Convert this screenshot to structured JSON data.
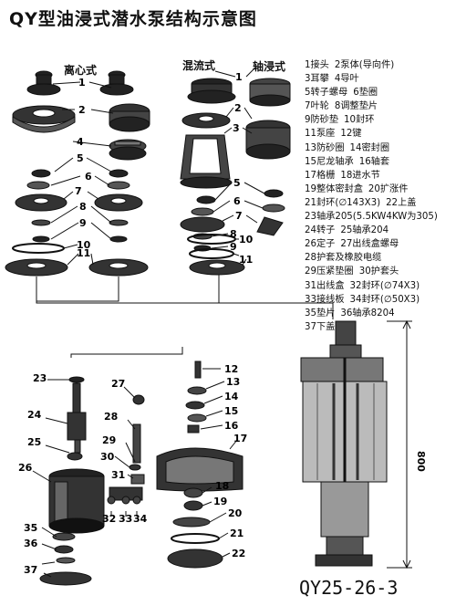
{
  "title": "QY型油浸式潜水泵结构示意图",
  "columns": {
    "centrifugal": "离心式",
    "mixed_flow": "混流式",
    "axial": "轴浸式"
  },
  "legend": [
    [
      "1接头",
      "2泵体(导向件)"
    ],
    [
      "3耳攀",
      "4导叶"
    ],
    [
      "5转子螺母",
      "6垫圈"
    ],
    [
      "7叶轮",
      "8调整垫片"
    ],
    [
      "9防砂垫",
      "10封环"
    ],
    [
      "11泵座",
      "12键"
    ],
    [
      "13防砂圈",
      "14密封圈"
    ],
    [
      "15尼龙轴承",
      "16轴套"
    ],
    [
      "17格栅",
      "18进水节"
    ],
    [
      "19整体密封盒",
      "20扩涨件"
    ],
    [
      "21封环(∅143X3)",
      "22上盖"
    ],
    [
      "23轴承205(5.5KW4KW为305)"
    ],
    [
      "24转子",
      "25轴承204"
    ],
    [
      "26定子",
      "27出线盒螺母"
    ],
    [
      "28护套及橡胶电缆"
    ],
    [
      "29压紧垫圈",
      "30护套头"
    ],
    [
      "31出线盒",
      "32封环(∅74X3)"
    ],
    [
      "33接线板",
      "34封环(∅50X3)"
    ],
    [
      "35垫片",
      "36轴承8204"
    ],
    [
      "37下盖"
    ]
  ],
  "dimension": "800",
  "model": "QY25-26-3",
  "callouts": {
    "n1": "1",
    "n2": "2",
    "n3": "3",
    "n4": "4",
    "n5": "5",
    "n6": "6",
    "n7": "7",
    "n8": "8",
    "n9": "9",
    "n10": "10",
    "n11": "11",
    "n12": "12",
    "n13": "13",
    "n14": "14",
    "n15": "15",
    "n16": "16",
    "n17": "17",
    "n18": "18",
    "n19": "19",
    "n20": "20",
    "n21": "21",
    "n22": "22",
    "n23": "23",
    "n24": "24",
    "n25": "25",
    "n26": "26",
    "n27": "27",
    "n28": "28",
    "n29": "29",
    "n30": "30",
    "n31": "31",
    "n32": "32",
    "n33": "33",
    "n34": "34",
    "n35": "35",
    "n36": "36",
    "n37": "37"
  },
  "colors": {
    "ink": "#111111",
    "mid": "#555555",
    "light": "#9a9a9a",
    "paper": "#ffffff"
  }
}
